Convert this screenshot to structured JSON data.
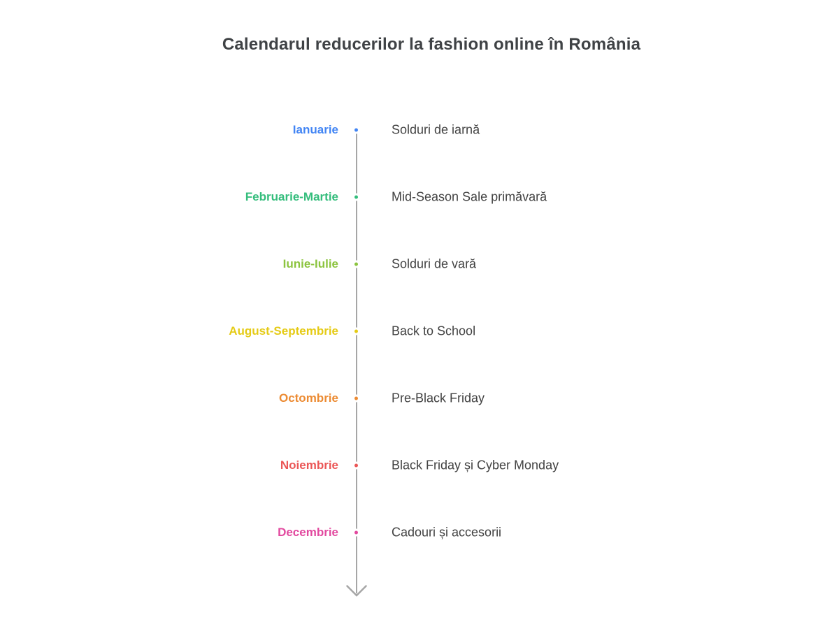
{
  "title": "Calendarul reducerilor la fashion online în România",
  "colors": {
    "line": "#a6a6a6",
    "text": "#424242"
  },
  "timeline": {
    "items": [
      {
        "label": "Ianuarie",
        "description": "Solduri de iarnă",
        "color": "#4285f4"
      },
      {
        "label": "Februarie-Martie",
        "description": "Mid-Season Sale primăvară",
        "color": "#34bd7c"
      },
      {
        "label": "Iunie-Iulie",
        "description": "Solduri de vară",
        "color": "#8cc43f"
      },
      {
        "label": "August-Septembrie",
        "description": "Back to School",
        "color": "#e5cb16"
      },
      {
        "label": "Octombrie",
        "description": "Pre-Black Friday",
        "color": "#ec8b33"
      },
      {
        "label": "Noiembrie",
        "description": "Black Friday și Cyber Monday",
        "color": "#eb5757"
      },
      {
        "label": "Decembrie",
        "description": "Cadouri și accesorii",
        "color": "#e2499f"
      }
    ]
  }
}
